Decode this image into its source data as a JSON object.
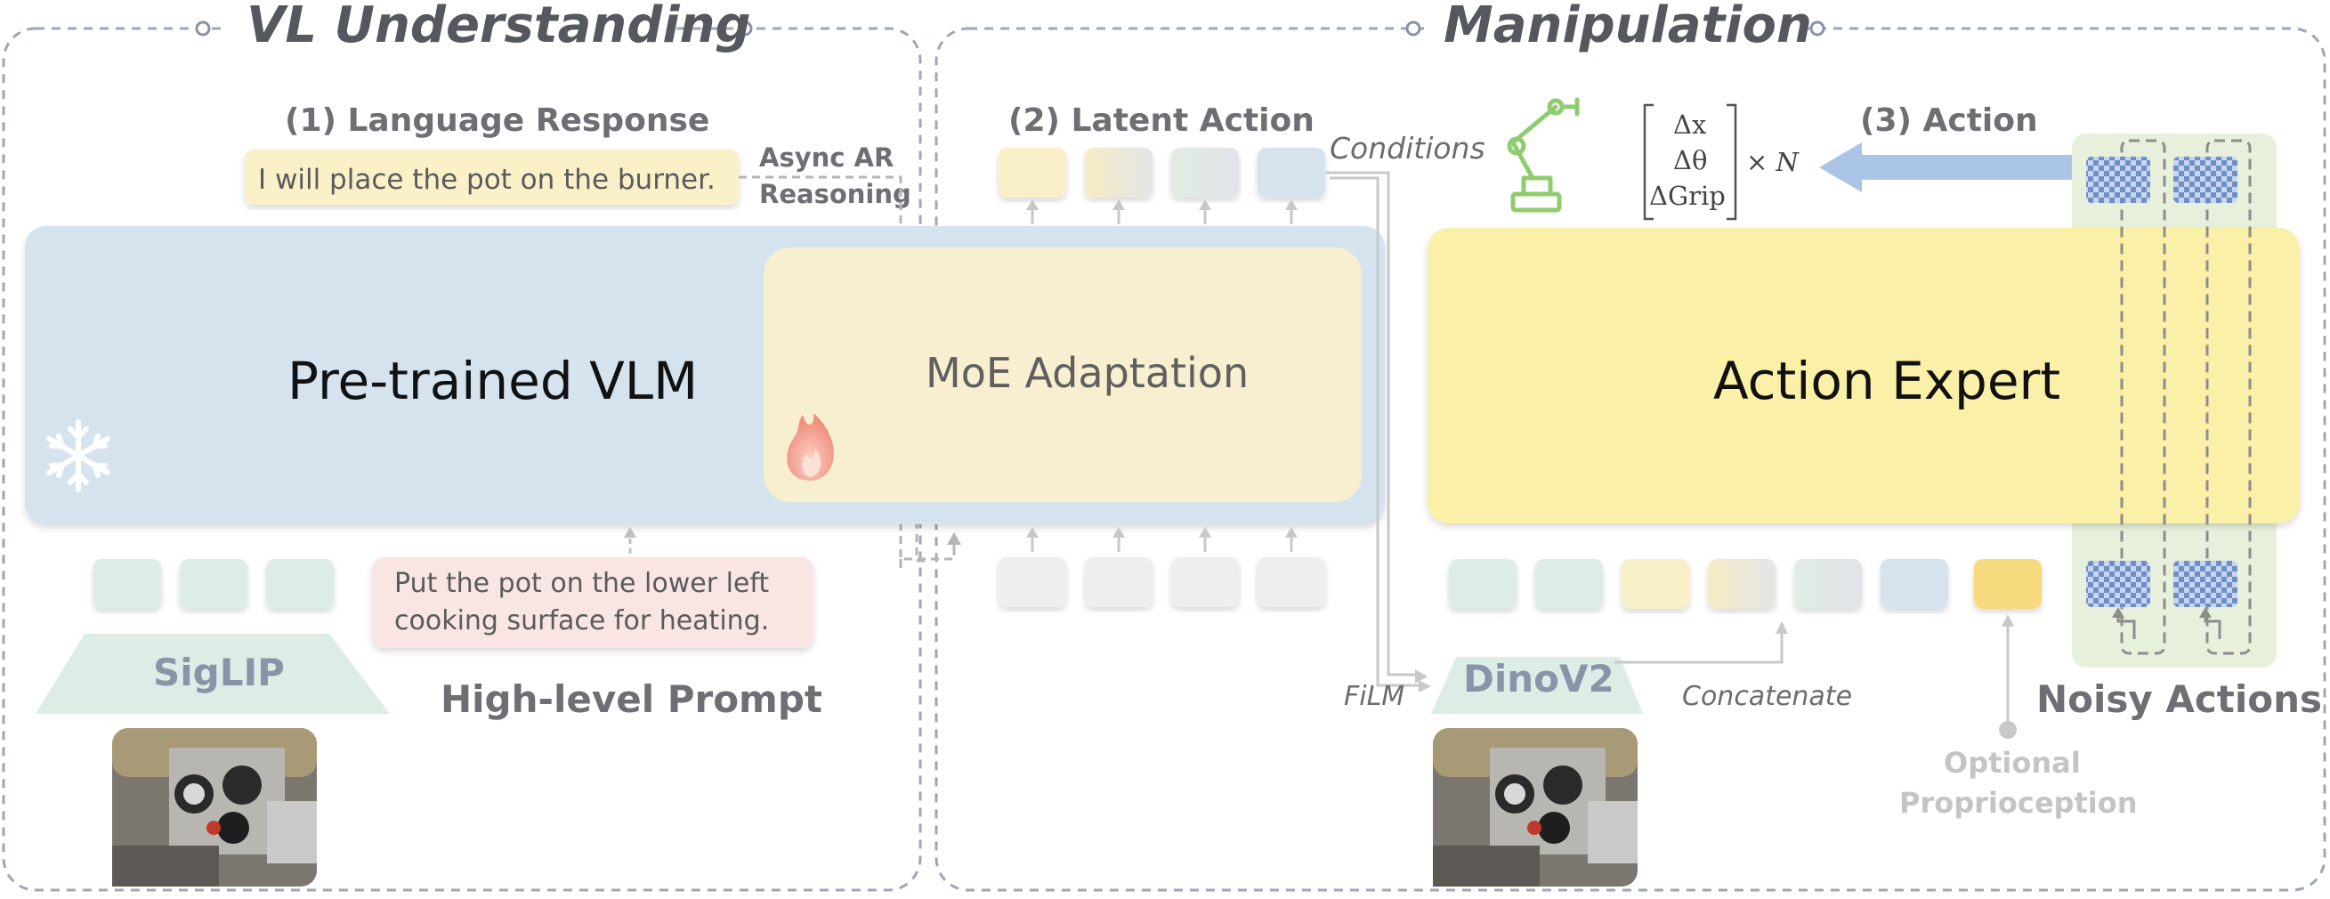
{
  "sections": {
    "left_title": "VL Understanding",
    "right_title": "Manipulation"
  },
  "labels": {
    "language_response": "(1) Language Response",
    "latent_action": "(2) Latent Action",
    "action": "(3) Action",
    "async_line1": "Async AR",
    "async_line2": "Reasoning",
    "conditions": "Conditions",
    "high_level_prompt": "High-level Prompt",
    "noisy_actions": "Noisy Actions",
    "film": "FiLM",
    "concatenate": "Concatenate",
    "optional_line1": "Optional",
    "optional_line2": "Proprioception"
  },
  "blocks": {
    "vlm": "Pre-trained VLM",
    "moe": "MoE Adaptation",
    "action_expert": "Action Expert",
    "siglip": "SigLIP",
    "dinov2": "DinoV2"
  },
  "bubbles": {
    "response": "I will place the pot on the burner.",
    "prompt_line1": "Put the pot on the lower left",
    "prompt_line2": "cooking surface for heating."
  },
  "action_vector": {
    "rows": [
      "Δx",
      "Δθ",
      "ΔGrip"
    ],
    "multiplier": "× N"
  },
  "icons": [
    "snowflake-icon",
    "flame-icon",
    "robot-arm-icon",
    "kitchen-photo"
  ],
  "colors": {
    "vlm_blue": "#d5e3ef",
    "moe_yellow": "#f7efcf",
    "expert_yellow": "#faf0a8",
    "token_green": "#dcede6",
    "token_gray": "#eeeeee",
    "noisy_panel": "#e6f0da",
    "flame": "#f08d7e",
    "robot": "#8fcc6e",
    "arrow_blue": "#a9c4e6"
  }
}
